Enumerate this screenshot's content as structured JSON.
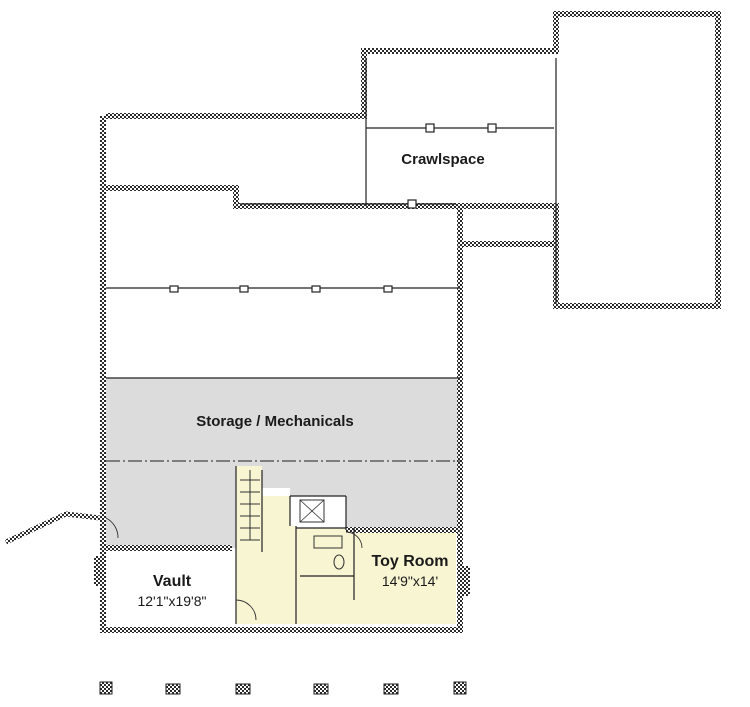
{
  "floor_plan": {
    "rooms": {
      "crawlspace": {
        "name": "Crawlspace"
      },
      "storage": {
        "name": "Storage / Mechanicals"
      },
      "vault": {
        "name": "Vault",
        "dims": "12'1\"x19'8\""
      },
      "toy_room": {
        "name": "Toy Room",
        "dims": "14'9\"x14'"
      }
    },
    "colors": {
      "wall": "#1f1f1f",
      "storage_fill": "#dcdcdc",
      "finished_fill": "#f8f5d2",
      "background": "#ffffff"
    }
  }
}
